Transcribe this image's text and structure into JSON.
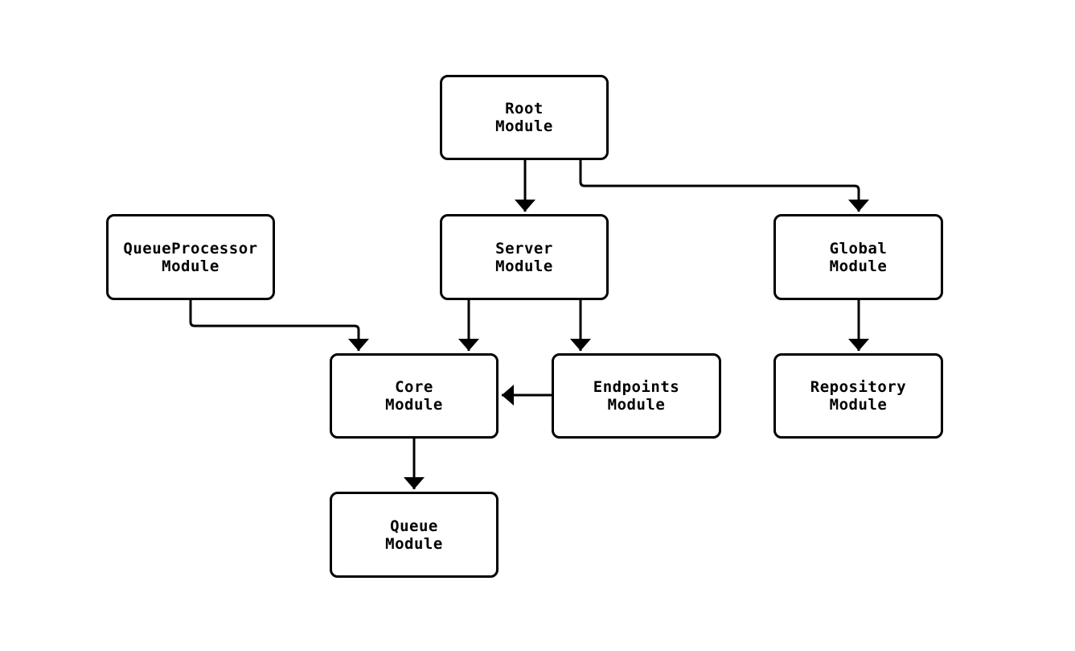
{
  "diagram": {
    "type": "flowchart",
    "description": "Module dependency diagram",
    "colors": {
      "background": "#ffffff",
      "node_fill": "#ffffff",
      "node_border": "#000000",
      "edge": "#000000",
      "text": "#000000"
    },
    "nodes": {
      "root": {
        "label": "Root\nModule"
      },
      "queue_processor": {
        "label": "QueueProcessor\nModule"
      },
      "server": {
        "label": "Server\nModule"
      },
      "global": {
        "label": "Global\nModule"
      },
      "core": {
        "label": "Core\nModule"
      },
      "endpoints": {
        "label": "Endpoints\nModule"
      },
      "repository": {
        "label": "Repository\nModule"
      },
      "queue": {
        "label": "Queue\nModule"
      }
    },
    "edges": [
      {
        "from": "Root Module",
        "to": "Server Module"
      },
      {
        "from": "Root Module",
        "to": "Global Module"
      },
      {
        "from": "QueueProcessor Module",
        "to": "Core Module"
      },
      {
        "from": "Server Module",
        "to": "Core Module"
      },
      {
        "from": "Server Module",
        "to": "Endpoints Module"
      },
      {
        "from": "Endpoints Module",
        "to": "Core Module"
      },
      {
        "from": "Global Module",
        "to": "Repository Module"
      },
      {
        "from": "Core Module",
        "to": "Queue Module"
      }
    ]
  }
}
